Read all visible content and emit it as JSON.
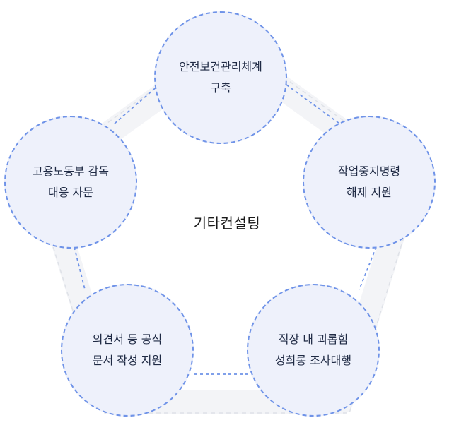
{
  "center": {
    "label": "기타컨설팅"
  },
  "nodes": [
    {
      "line1": "안전보건관리체계",
      "line2": "구축"
    },
    {
      "line1": "작업중지명령",
      "line2": "해제 지원"
    },
    {
      "line1": "직장 내 괴롭힘",
      "line2": "성희롱 조사대행"
    },
    {
      "line1": "의견서 등 공식",
      "line2": "문서 작성 지원"
    },
    {
      "line1": "고용노동부 감독",
      "line2": "대응 자문"
    }
  ],
  "colors": {
    "node_fill": "#eef1fb",
    "node_border": "#6f93e8",
    "ring": "#f3f4f7",
    "ring_edge": "#d9dce3",
    "connector": "#6f93e8"
  }
}
